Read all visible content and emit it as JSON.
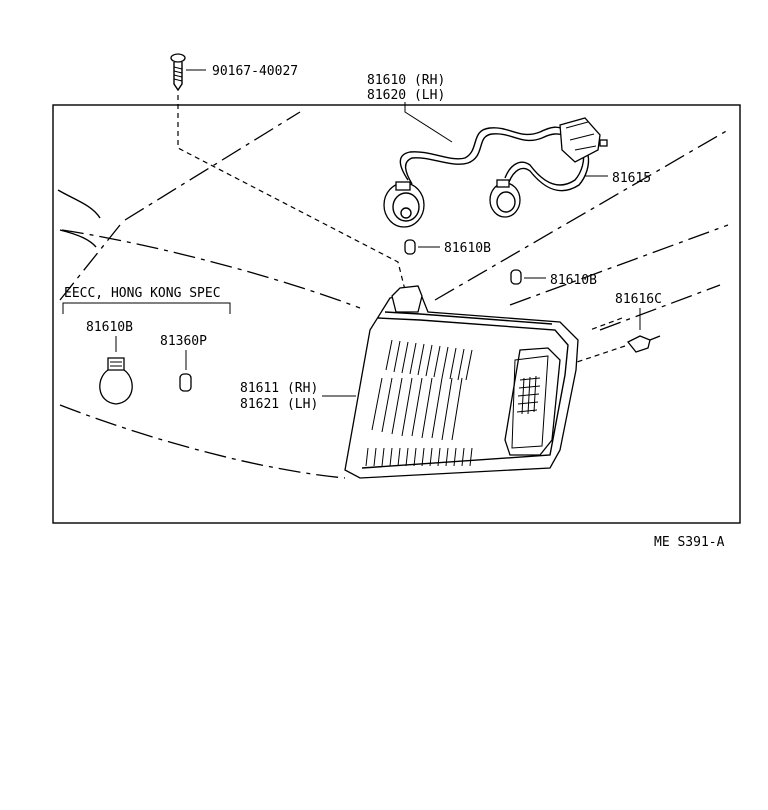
{
  "labels": {
    "bolt_part": "90167-40027",
    "socket_wire_rh": "81610 (RH)",
    "socket_wire_lh": "81620 (LH)",
    "wire_harness": "81615",
    "bulb_upper_1": "81610B",
    "bulb_upper_2": "81610B",
    "clip": "81616C",
    "lens_rh": "81611 (RH)",
    "lens_lh": "81621 (LH)",
    "spec_heading": "EECC, HONG KONG SPEC",
    "spec_bulb": "81610B",
    "spec_bulb_small": "81360P",
    "figure_code": "ME S391-A"
  }
}
